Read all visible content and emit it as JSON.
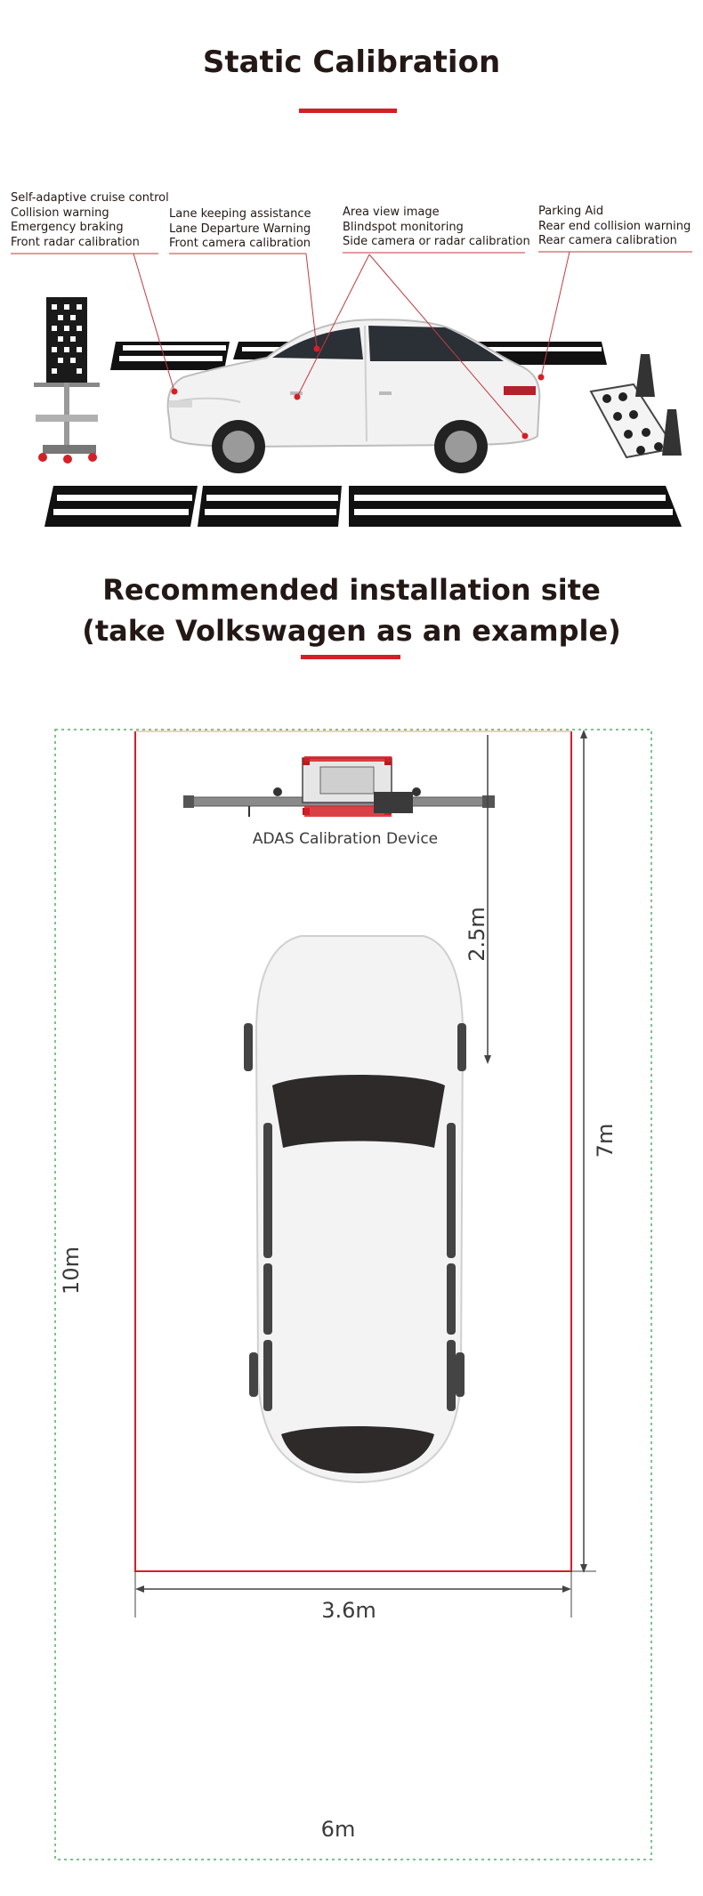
{
  "section1": {
    "title": "Static Calibration",
    "callouts": [
      {
        "lines": [
          "Self-adaptive cruise control",
          "Collision warning",
          "Emergency braking",
          "Front radar calibration"
        ]
      },
      {
        "lines": [
          "Lane keeping assistance",
          "Lane Departure Warning",
          "Front camera calibration"
        ]
      },
      {
        "lines": [
          "Area view image",
          "Blindspot monitoring",
          "Side camera or radar calibration"
        ]
      },
      {
        "lines": [
          "Parking Aid",
          "Rear end collision warning",
          "Rear camera calibration"
        ]
      }
    ]
  },
  "section2": {
    "title_line1": "Recommended installation site",
    "title_line2": "(take Volkswagen as an example)",
    "device_label": "ADAS Calibration Device",
    "dimensions": {
      "device_to_car": "2.5m",
      "bay_length": "7m",
      "site_length": "10m",
      "bay_width": "3.6m",
      "site_width": "6m"
    }
  },
  "colors": {
    "accent_red": "#d32027",
    "text": "#231815",
    "site_border_green": "#7cc38a"
  }
}
